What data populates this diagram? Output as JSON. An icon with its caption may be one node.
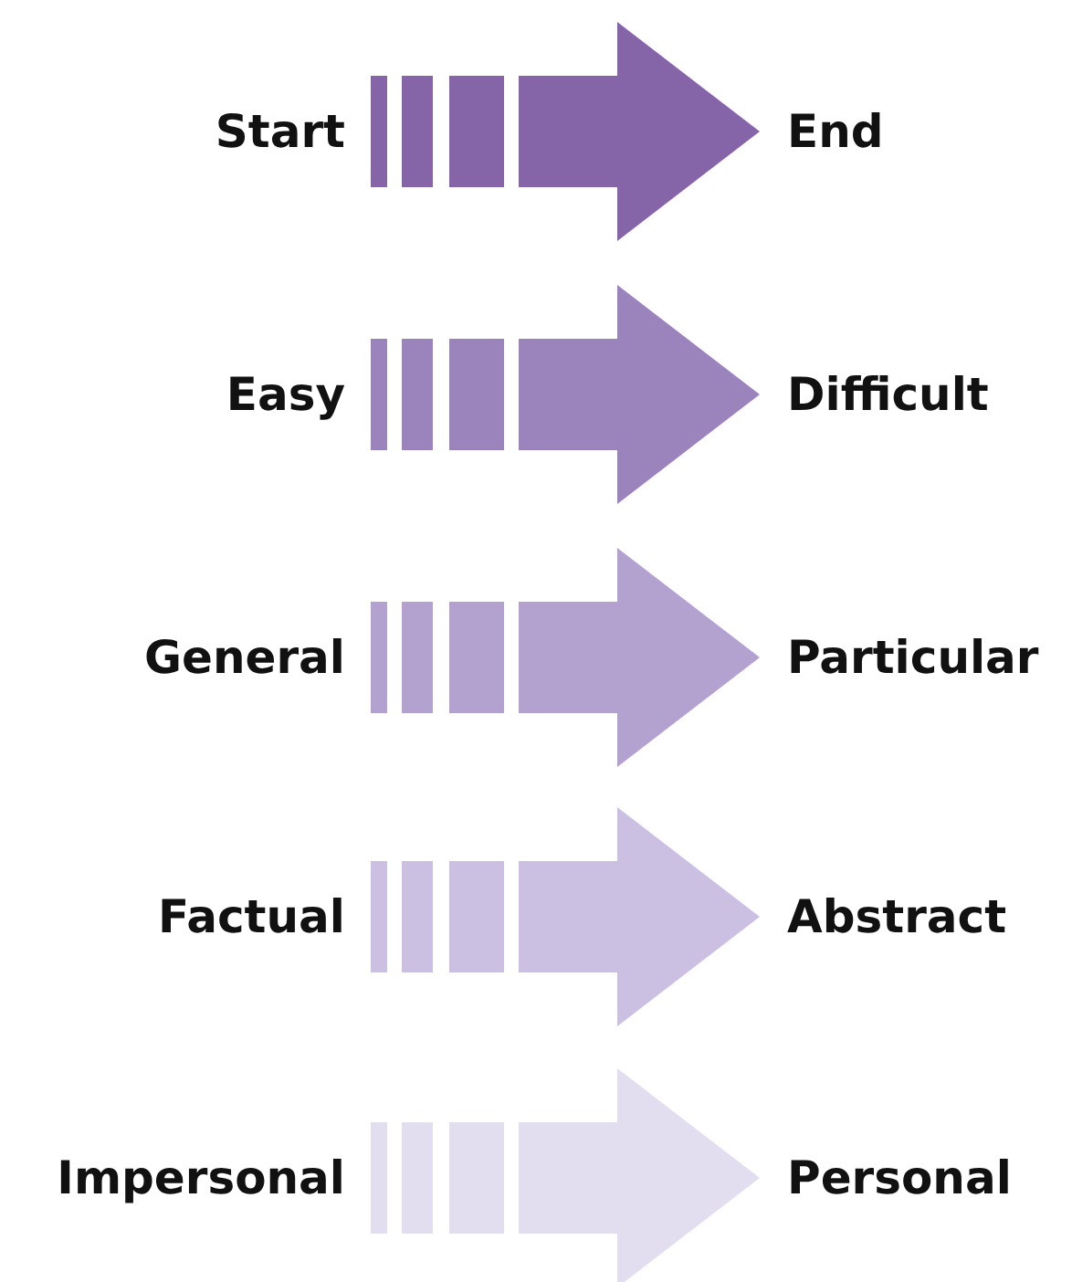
{
  "diagram": {
    "nodes": [
      {
        "text": [
          "Start"
        ]
      },
      {
        "text": [
          "End"
        ]
      },
      {
        "text": [
          "Easy"
        ]
      },
      {
        "text": [
          "Difficult"
        ]
      },
      {
        "text": [
          "General"
        ]
      },
      {
        "text": [
          "Particular"
        ]
      },
      {
        "text": [
          "Factual"
        ]
      },
      {
        "text": [
          "Abstract"
        ]
      },
      {
        "text": [
          "Impersonal"
        ]
      },
      {
        "text": [
          "Personal"
        ]
      }
    ],
    "edges": [
      {
        "from": 0,
        "to": 1,
        "arrow": "to",
        "style": "dashed",
        "color": "#8565a8"
      },
      {
        "from": 2,
        "to": 3,
        "arrow": "to",
        "style": "dashed",
        "color": "#9b83bc"
      },
      {
        "from": 4,
        "to": 5,
        "arrow": "to",
        "style": "dashed",
        "color": "#b3a2d0"
      },
      {
        "from": 6,
        "to": 7,
        "arrow": "to",
        "style": "dashed",
        "color": "#cbc0e1"
      },
      {
        "from": 8,
        "to": 9,
        "arrow": "to",
        "style": "dashed",
        "color": "#e3ddf0"
      }
    ]
  }
}
